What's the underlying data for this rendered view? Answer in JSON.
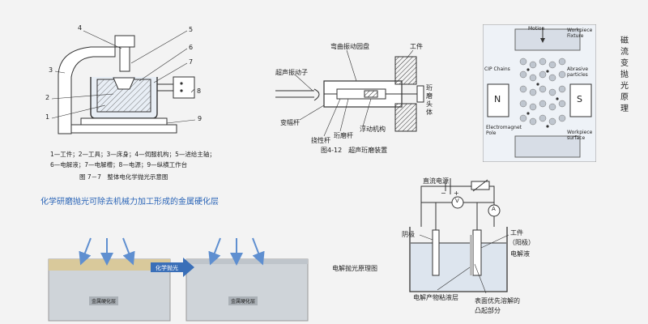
{
  "panel1": {
    "numbers": [
      "4",
      "5",
      "6",
      "7",
      "3",
      "8",
      "2",
      "1",
      "9"
    ],
    "legend_line1": "1—工件；2—工具；3—床身；4—伺服机构；5—进给主轴；",
    "legend_line2": "6—电解液；7—电解槽；8—电源；9—纵横工作台",
    "figure_caption": "图 7－7　整体电化学抛光示意图"
  },
  "panel2": {
    "labels": {
      "bend_disc": "弯曲振动园盘",
      "transducer": "超声振动子",
      "workpiece": "工件",
      "grinding_head": "珩磨头体",
      "horn": "变幅杆",
      "float_mech": "浮动机构",
      "grinding_rod": "珩磨杆",
      "feed_rod": "挠性杆"
    },
    "figure_caption": "图4-12　超声珩磨装置"
  },
  "panel3": {
    "labels": {
      "motion": "Motion",
      "fixture": "Workpiece\nFixture",
      "cip": "CIP Chains",
      "abrasive": "Abrasive\nparticles",
      "n": "N",
      "s": "S",
      "electromagnet": "Electromagnet\nPole",
      "surface": "Workpiece\nsurface"
    },
    "side_title": "磁流变抛光原理"
  },
  "panel4": {
    "headline": "化学研磨抛光可除去机械力加工形成的金属硬化层",
    "arrow_label": "化学抛光",
    "layer_label_left": "金属硬化层",
    "layer_label_right": "金属硬化层"
  },
  "panel5": {
    "title": "电解抛光原理图",
    "power": "直流电源",
    "cathode": "阴极",
    "anode_workpiece": "工件",
    "anode": "（阳极）",
    "electrolyte": "电解液",
    "product_layer": "电解产物粘液层",
    "surface_note_1": "表面优先溶解的",
    "surface_note_2": "凸起部分",
    "meter_v": "V",
    "meter_a": "A",
    "minus": "−",
    "plus": "+"
  }
}
